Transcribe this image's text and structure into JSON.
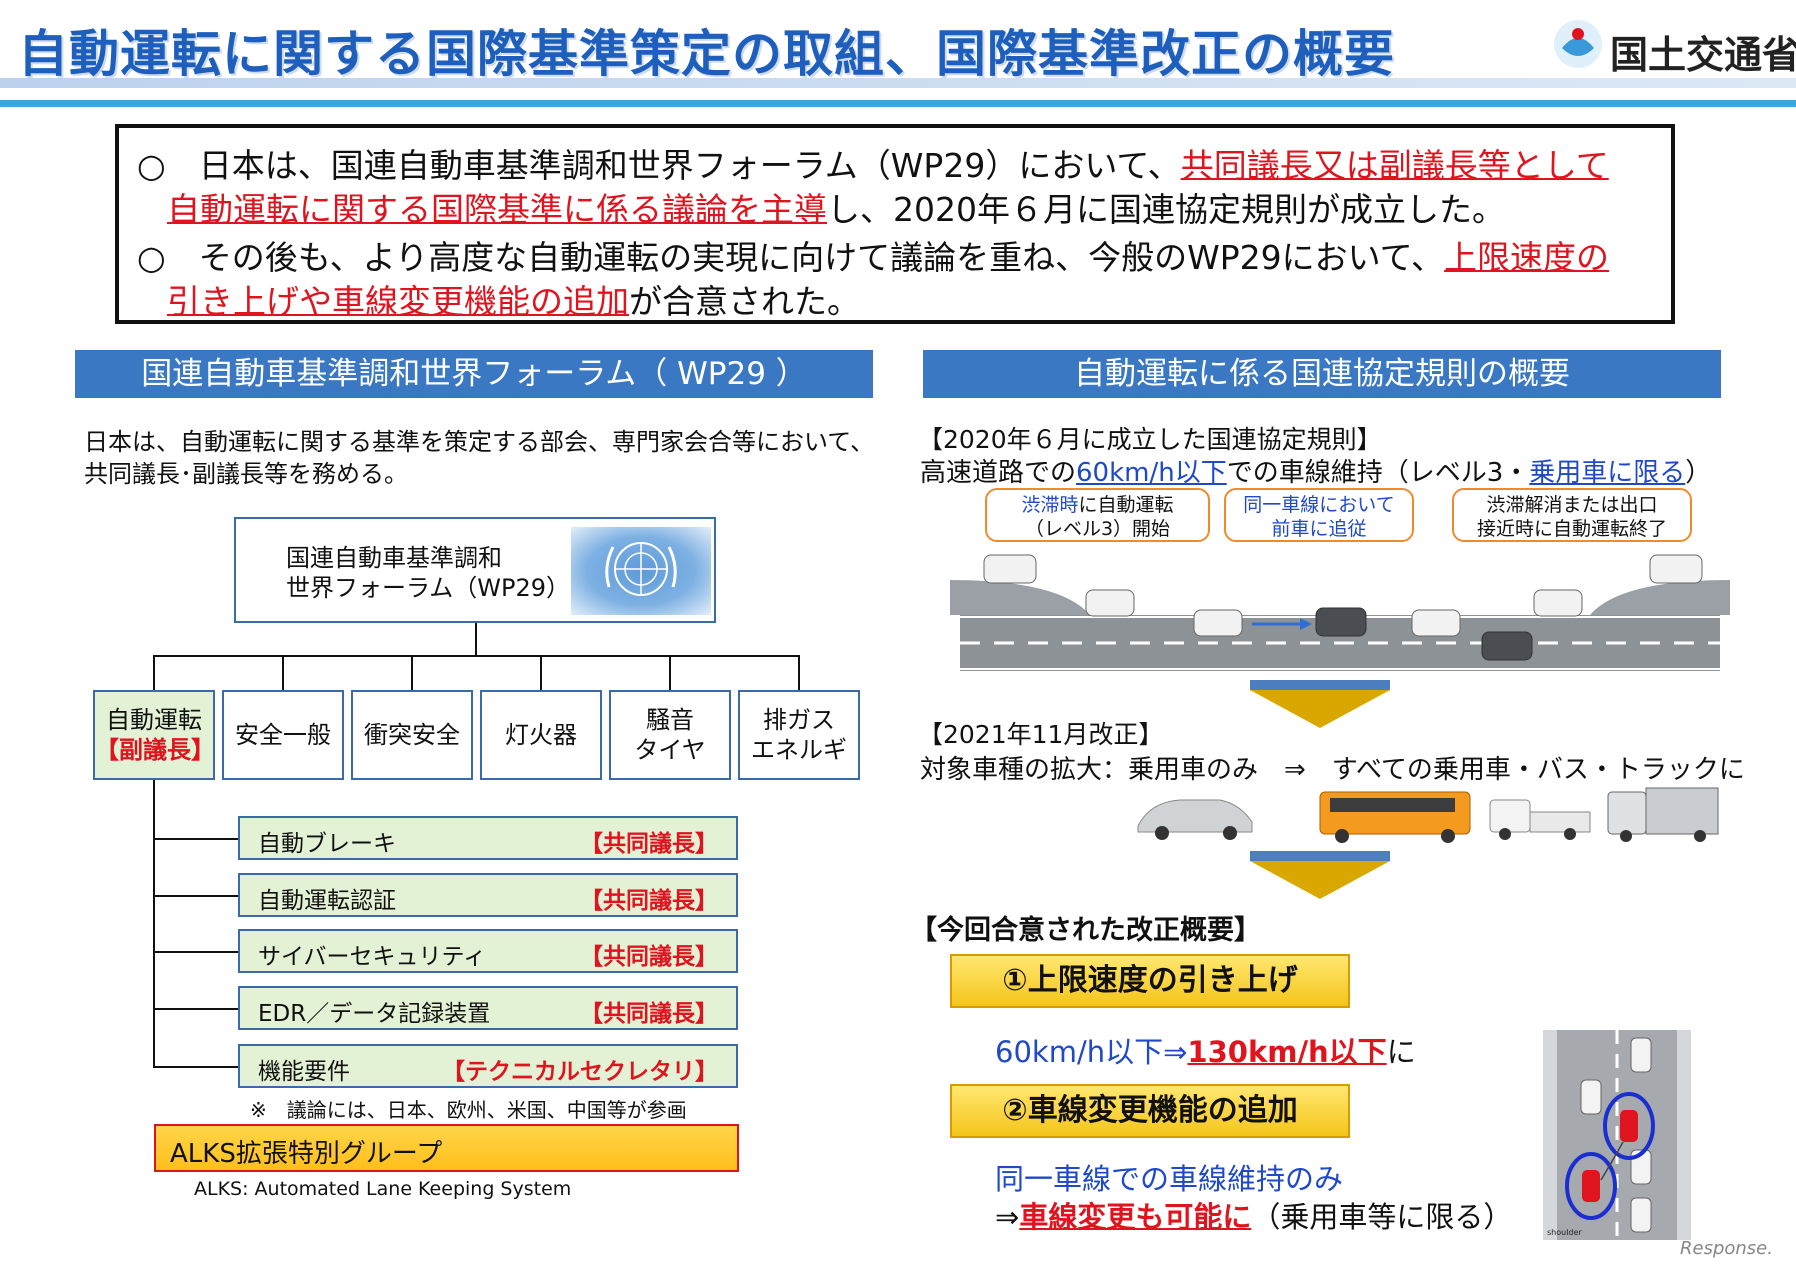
{
  "header": {
    "title": "自動運転に関する国際基準策定の取組、国際基準改正の概要",
    "ministry": "国土交通省"
  },
  "summary": {
    "line1_a": "○　日本は、国連自動車基準調和世界フォーラム（WP29）において、",
    "line1_b": "共同議長又は副議長等として",
    "line2_a": "自動運転に関する国際基準に係る議論を主導",
    "line2_b": "し、2020年６月に国連協定規則が成立した。",
    "line3_a": "○　その後も、より高度な自動運転の実現に向けて議論を重ね、今般のWP29において、",
    "line3_b": "上限速度の",
    "line4_a": "引き上げや車線変更機能の追加",
    "line4_b": "が合意された。"
  },
  "left": {
    "header": "国連自動車基準調和世界フォーラム（ WP29 ）",
    "intro1": "日本は、自動運転に関する基準を策定する部会、専門家会合等において、",
    "intro2": "共同議長･副議長等を務める。",
    "wp29_line1": "国連自動車基準調和",
    "wp29_line2": "世界フォーラム（WP29）",
    "categories": [
      {
        "l1": "自動運転",
        "l2": "【副議長】"
      },
      {
        "l1": "安全一般",
        "l2": ""
      },
      {
        "l1": "衝突安全",
        "l2": ""
      },
      {
        "l1": "灯火器",
        "l2": ""
      },
      {
        "l1": "騒音",
        "l2": "タイヤ"
      },
      {
        "l1": "排ガス",
        "l2": "エネルギ"
      }
    ],
    "subgroups": [
      {
        "label": "自動ブレーキ",
        "role": "【共同議長】"
      },
      {
        "label": "自動運転認証",
        "role": "【共同議長】"
      },
      {
        "label": "サイバーセキュリティ",
        "role": "【共同議長】"
      },
      {
        "label": "EDR／データ記録装置",
        "role": "【共同議長】"
      },
      {
        "label": "機能要件",
        "role": "【テクニカルセクレタリ】"
      }
    ],
    "note": "※　議論には、日本、欧州、米国、中国等が参画",
    "alks_label": "ALKS拡張特別グループ",
    "alks_def": "ALKS: Automated Lane Keeping System"
  },
  "right": {
    "header": "自動運転に係る国連協定規則の概要",
    "reg2020_title": "【2020年６月に成立した国連協定規則】",
    "reg2020_a": "高速道路での",
    "reg2020_b": "60km/h以下",
    "reg2020_c": "での車線維持（レベル3・",
    "reg2020_d": "乗用車に限る",
    "reg2020_e": "）",
    "callout1_a": "渋滞時",
    "callout1_b": "に自動運転",
    "callout1_c": "（レベル3）開始",
    "callout2_a": "同一車線において",
    "callout2_b": "前車に追従",
    "callout3_a": "渋滞解消または出口",
    "callout3_b": "接近時に自動運転終了",
    "rev2021_title": "【2021年11月改正】",
    "rev2021_text": "対象車種の拡大：乗用車のみ　⇒　すべての乗用車・バス・トラックに",
    "agreed_title": "【今回合意された改正概要】",
    "item1": "①上限速度の引き上げ",
    "speed_a": "60km/h以下⇒",
    "speed_b": "130km/h以下",
    "speed_c": "に",
    "item2": "②車線変更機能の追加",
    "lane_a": "同一車線での車線維持のみ",
    "lane_b": "⇒",
    "lane_c": "車線変更も可能に",
    "lane_d": "（乗用車等に限る）",
    "shoulder": "shoulder"
  },
  "watermark": "Response.",
  "colors": {
    "title": "#1e5fbd",
    "accent_red": "#e0141e",
    "header_blue": "#3a78c3",
    "highlight_green": "#e3f1d4",
    "alks_yellow": "#ffc928"
  }
}
